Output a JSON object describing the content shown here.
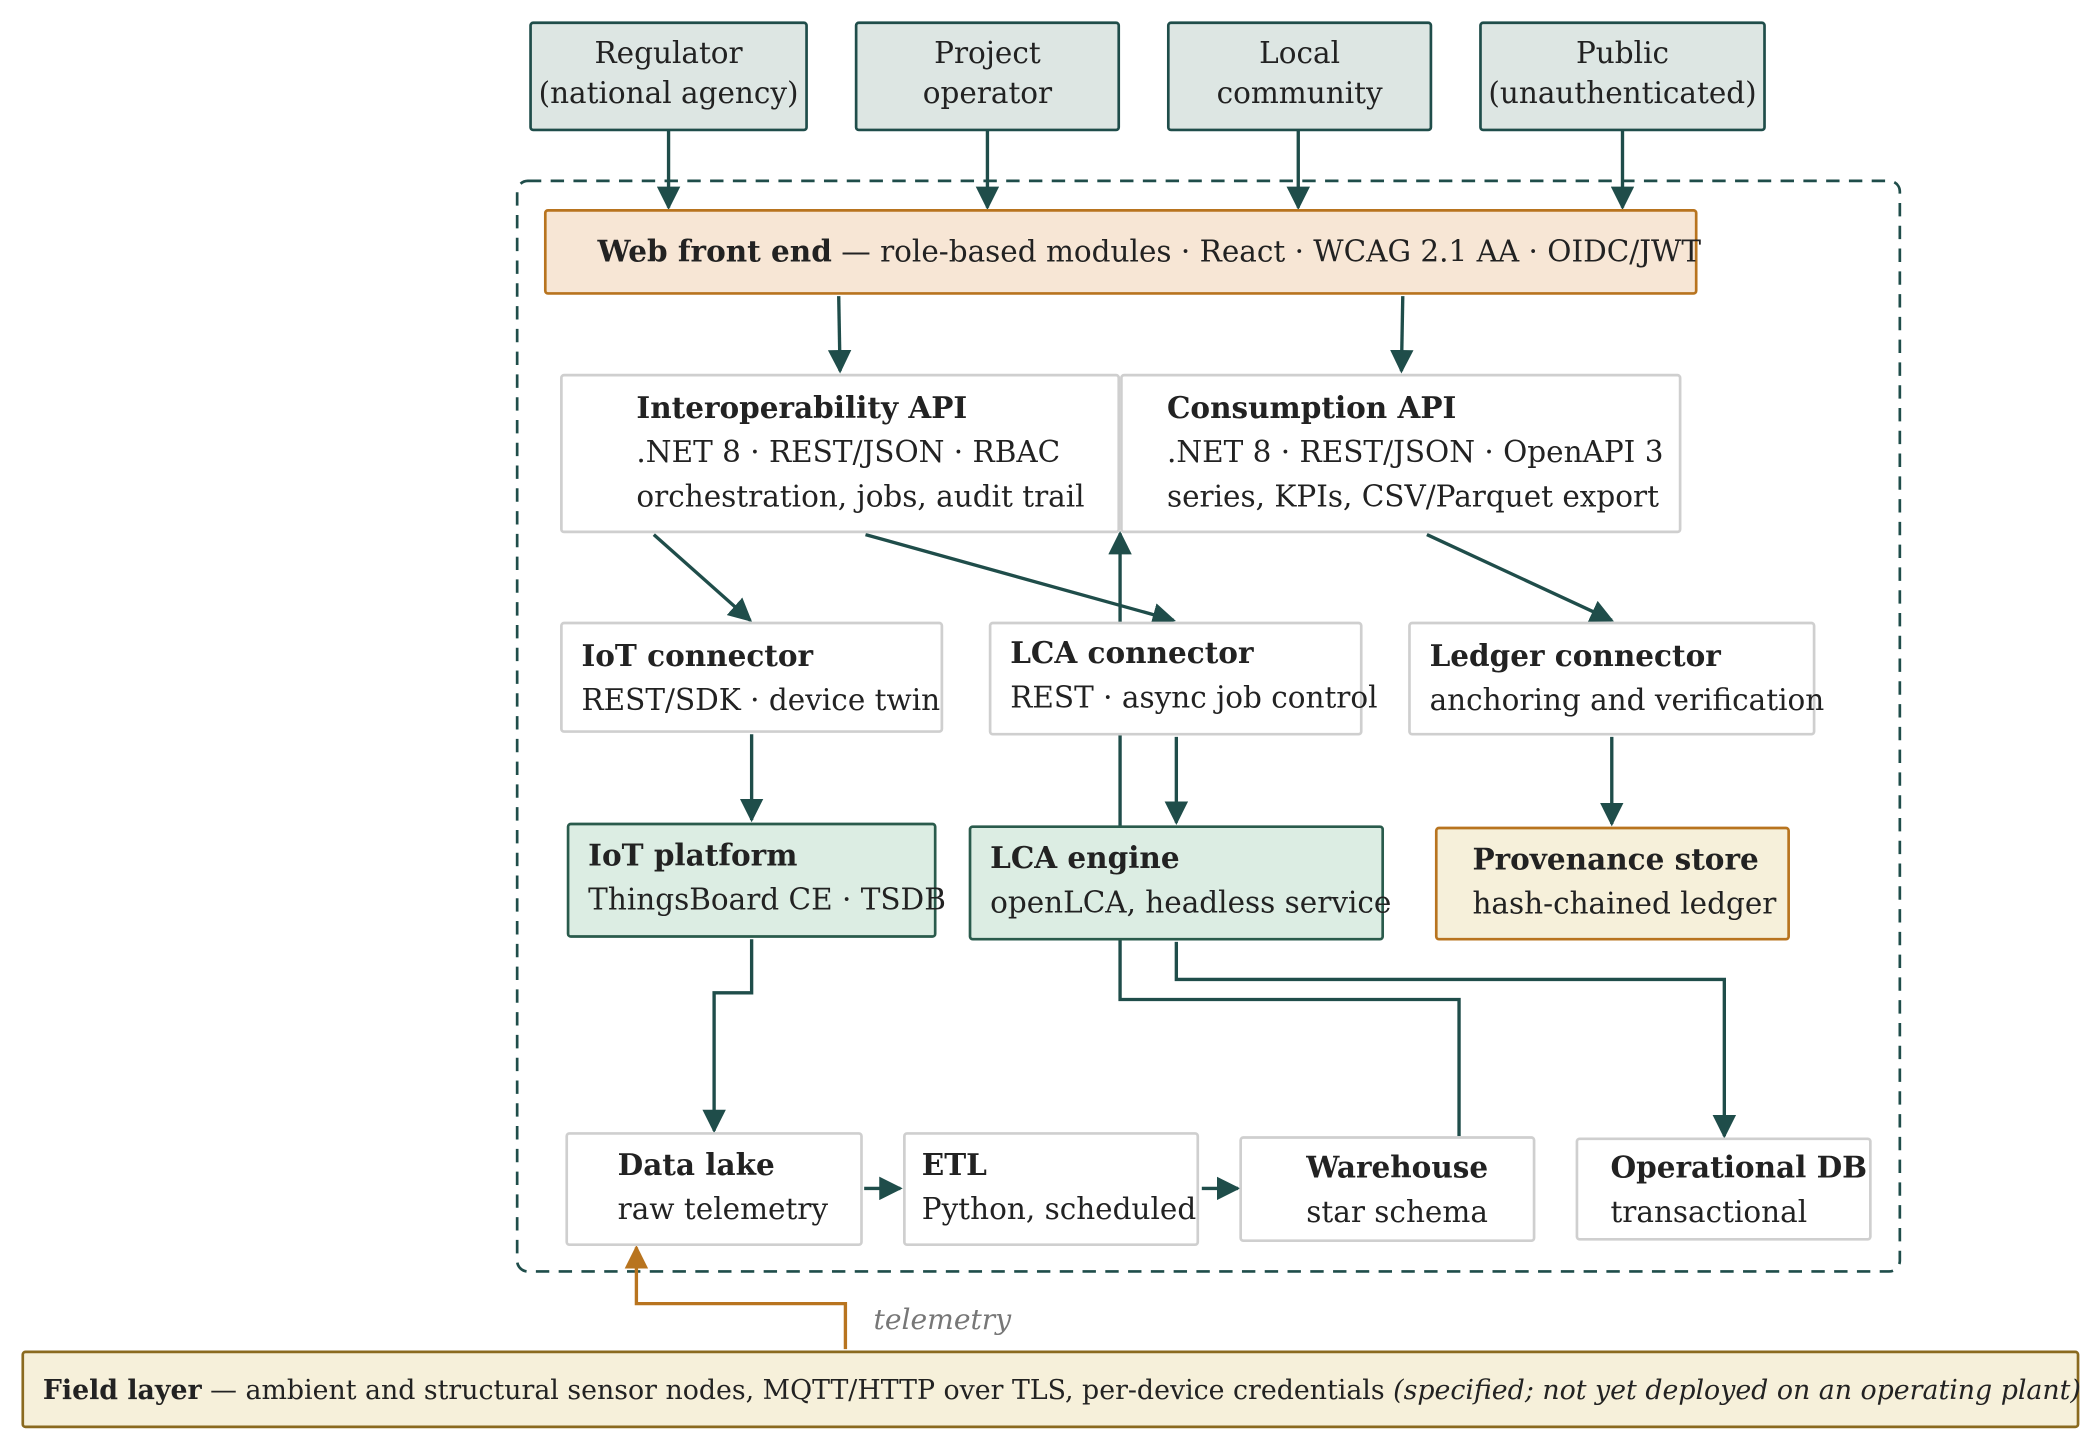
{
  "actors": [
    {
      "line1": "Regulator",
      "line2": "(national agency)"
    },
    {
      "line1": "Project",
      "line2": "operator"
    },
    {
      "line1": "Local",
      "line2": "community"
    },
    {
      "line1": "Public",
      "line2": "(unauthenticated)"
    }
  ],
  "frontend": {
    "title": "Web front end",
    "detail": " — role-based modules · React · WCAG 2.1 AA · OIDC/JWT"
  },
  "interop_api": {
    "title": "Interoperability API",
    "line1": ".NET 8 · REST/JSON · RBAC",
    "line2": "orchestration, jobs, audit trail"
  },
  "consumption_api": {
    "title": "Consumption API",
    "line1": ".NET 8 · REST/JSON · OpenAPI 3",
    "line2": "series, KPIs, CSV/Parquet export"
  },
  "iot_connector": {
    "title": "IoT connector",
    "line1": "REST/SDK · device twin"
  },
  "lca_connector": {
    "title": "LCA connector",
    "line1": "REST · async job control"
  },
  "ledger_connector": {
    "title": "Ledger connector",
    "line1": "anchoring and verification"
  },
  "iot_platform": {
    "title": "IoT platform",
    "line1": "ThingsBoard CE · TSDB"
  },
  "lca_engine": {
    "title": "LCA engine",
    "line1": "openLCA, headless service"
  },
  "provenance_store": {
    "title": "Provenance store",
    "line1": "hash-chained ledger"
  },
  "data_lake": {
    "title": "Data lake",
    "line1": "raw telemetry"
  },
  "etl": {
    "title": "ETL",
    "line1": "Python, scheduled"
  },
  "warehouse": {
    "title": "Warehouse",
    "line1": "star schema"
  },
  "operational_db": {
    "title": "Operational DB",
    "line1": "transactional"
  },
  "telemetry_label": "telemetry",
  "field_layer": {
    "title": "Field layer",
    "detail": " — ambient and structural sensor nodes, MQTT/HTTP over TLS, per-device credentials ",
    "note": "(specified; not yet deployed on an operating plant)"
  },
  "colors": {
    "arrow": "#1f4d4a",
    "field_arrow": "#b8741f",
    "boundary": "#1f4d4a"
  }
}
